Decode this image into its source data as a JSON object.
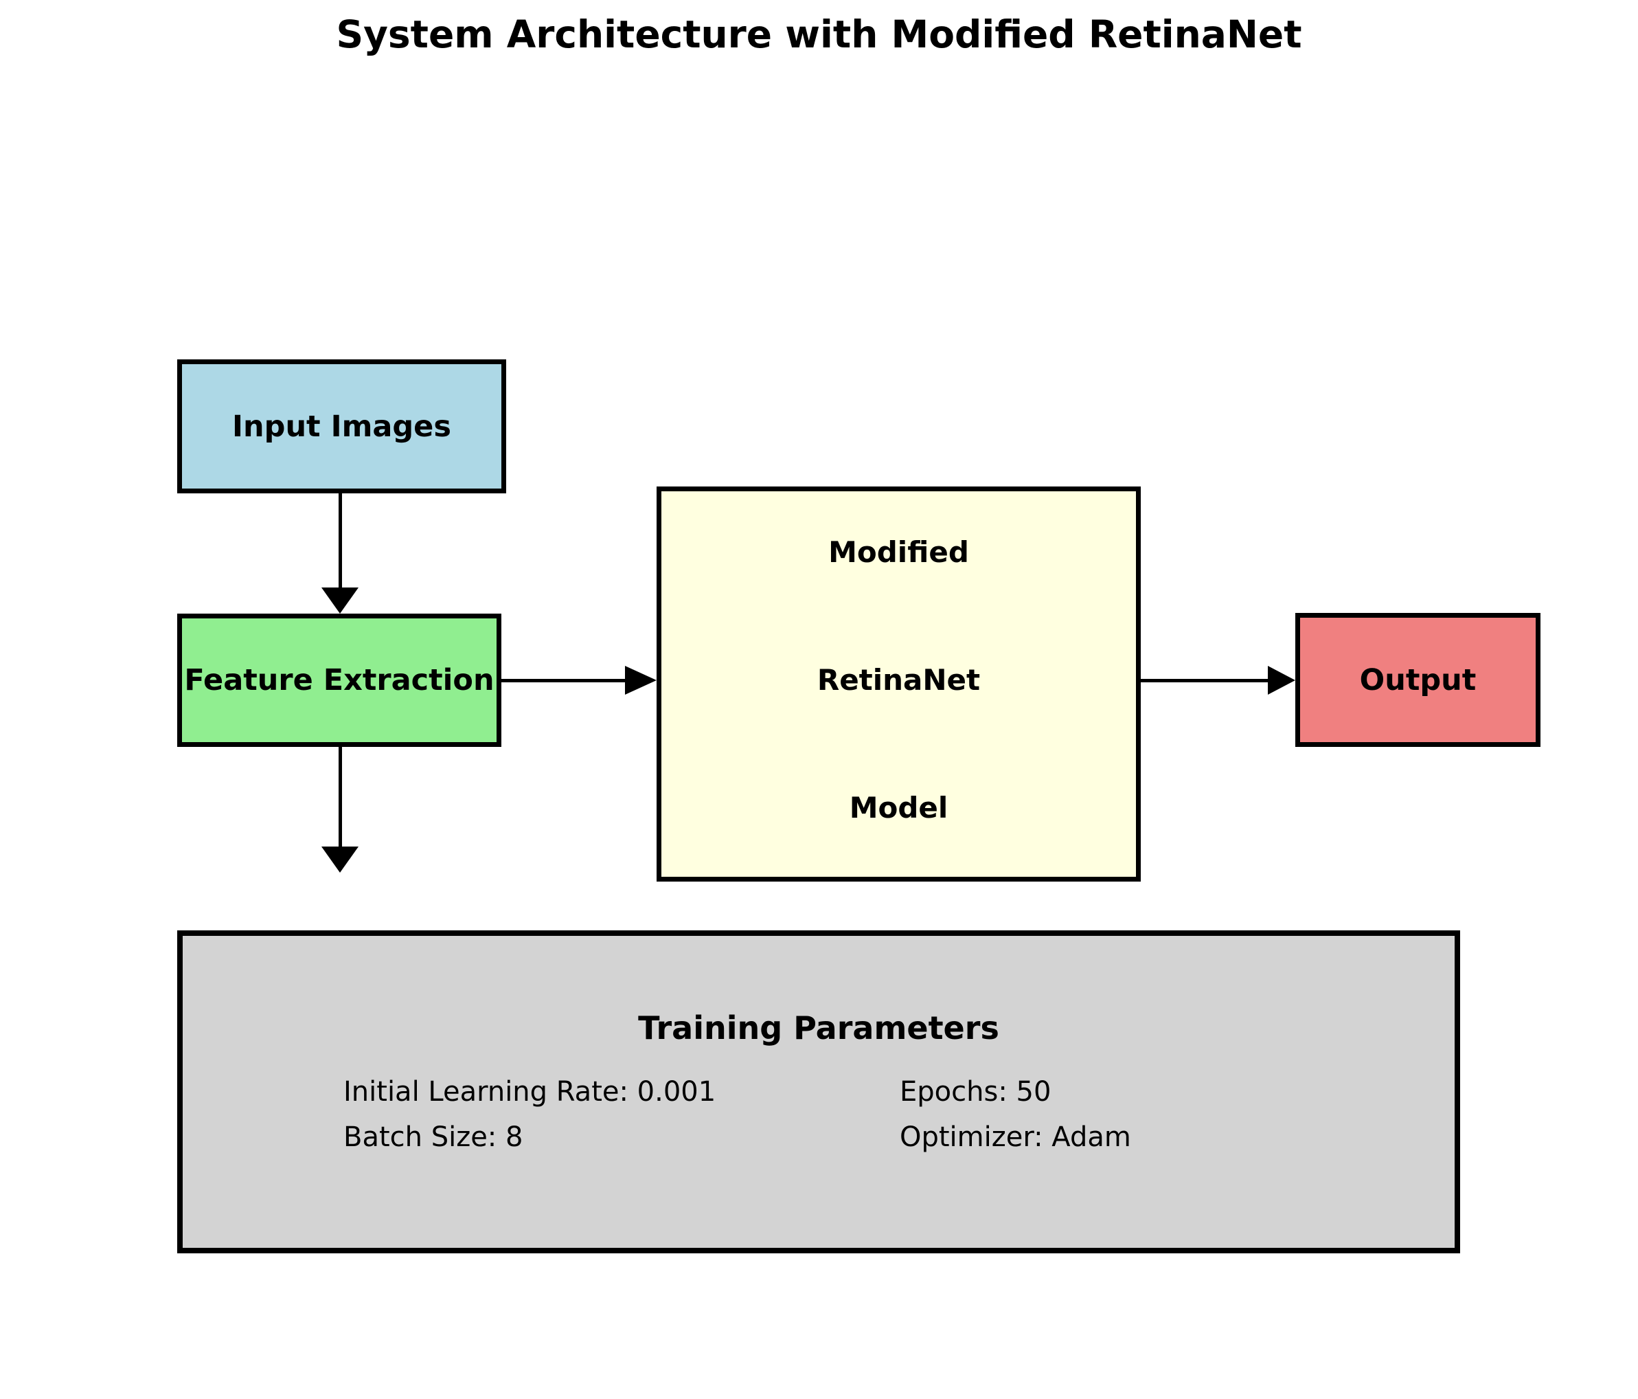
{
  "title": "System Architecture with Modified RetinaNet",
  "nodes": {
    "input": {
      "label": "Input Images",
      "fill": "#ADD8E6"
    },
    "feature": {
      "label": "Feature Extraction",
      "fill": "#90EE90"
    },
    "retinanet": {
      "lines": [
        "Modified",
        "RetinaNet",
        "Model"
      ],
      "fill": "#FFFFE0"
    },
    "output": {
      "label": "Output",
      "fill": "#F08080"
    }
  },
  "training": {
    "title": "Training Parameters",
    "fill": "#D3D3D3",
    "params": [
      "Initial Learning Rate: 0.001",
      "Epochs: 50",
      "Batch Size: 8",
      "Optimizer: Adam"
    ]
  },
  "colors": {
    "background": "#FFFFFF",
    "border": "#000000",
    "arrow": "#000000",
    "text": "#000000"
  }
}
